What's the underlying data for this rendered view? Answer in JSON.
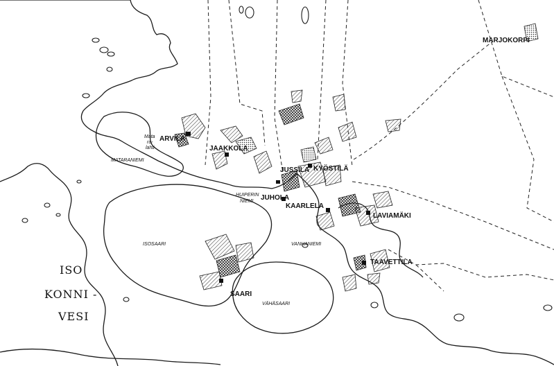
{
  "lake": {
    "line1": "ISO",
    "line2": "KONNI -",
    "line3": "VESI"
  },
  "farms": {
    "arvila": "ARVILA",
    "jaakkola": "JAAKKOLA",
    "jussila": "JUSSILA",
    "kyostila": "KYÖSTILÄ",
    "juhola": "JUHOLA",
    "kaarlela": "KAARLELA",
    "laviamaki": "LAVIAMÄKI",
    "taavettila": "TAAVETTILA",
    "saari": "SAARI",
    "marjokorpi": "MARJOKORPI"
  },
  "places": {
    "mataraniemi": "MATARANIEMI",
    "isosaari": "ISOSAARI",
    "vahasaari": "VÄHÄSAARI",
    "vanhaniemi": "VANHANIEMI",
    "huiperi_1": "HUIPERIN",
    "huiperi_2": "NIEMI",
    "mata_1": "Mata",
    "mata_2": "ra-",
    "mata_3": "lahti"
  }
}
